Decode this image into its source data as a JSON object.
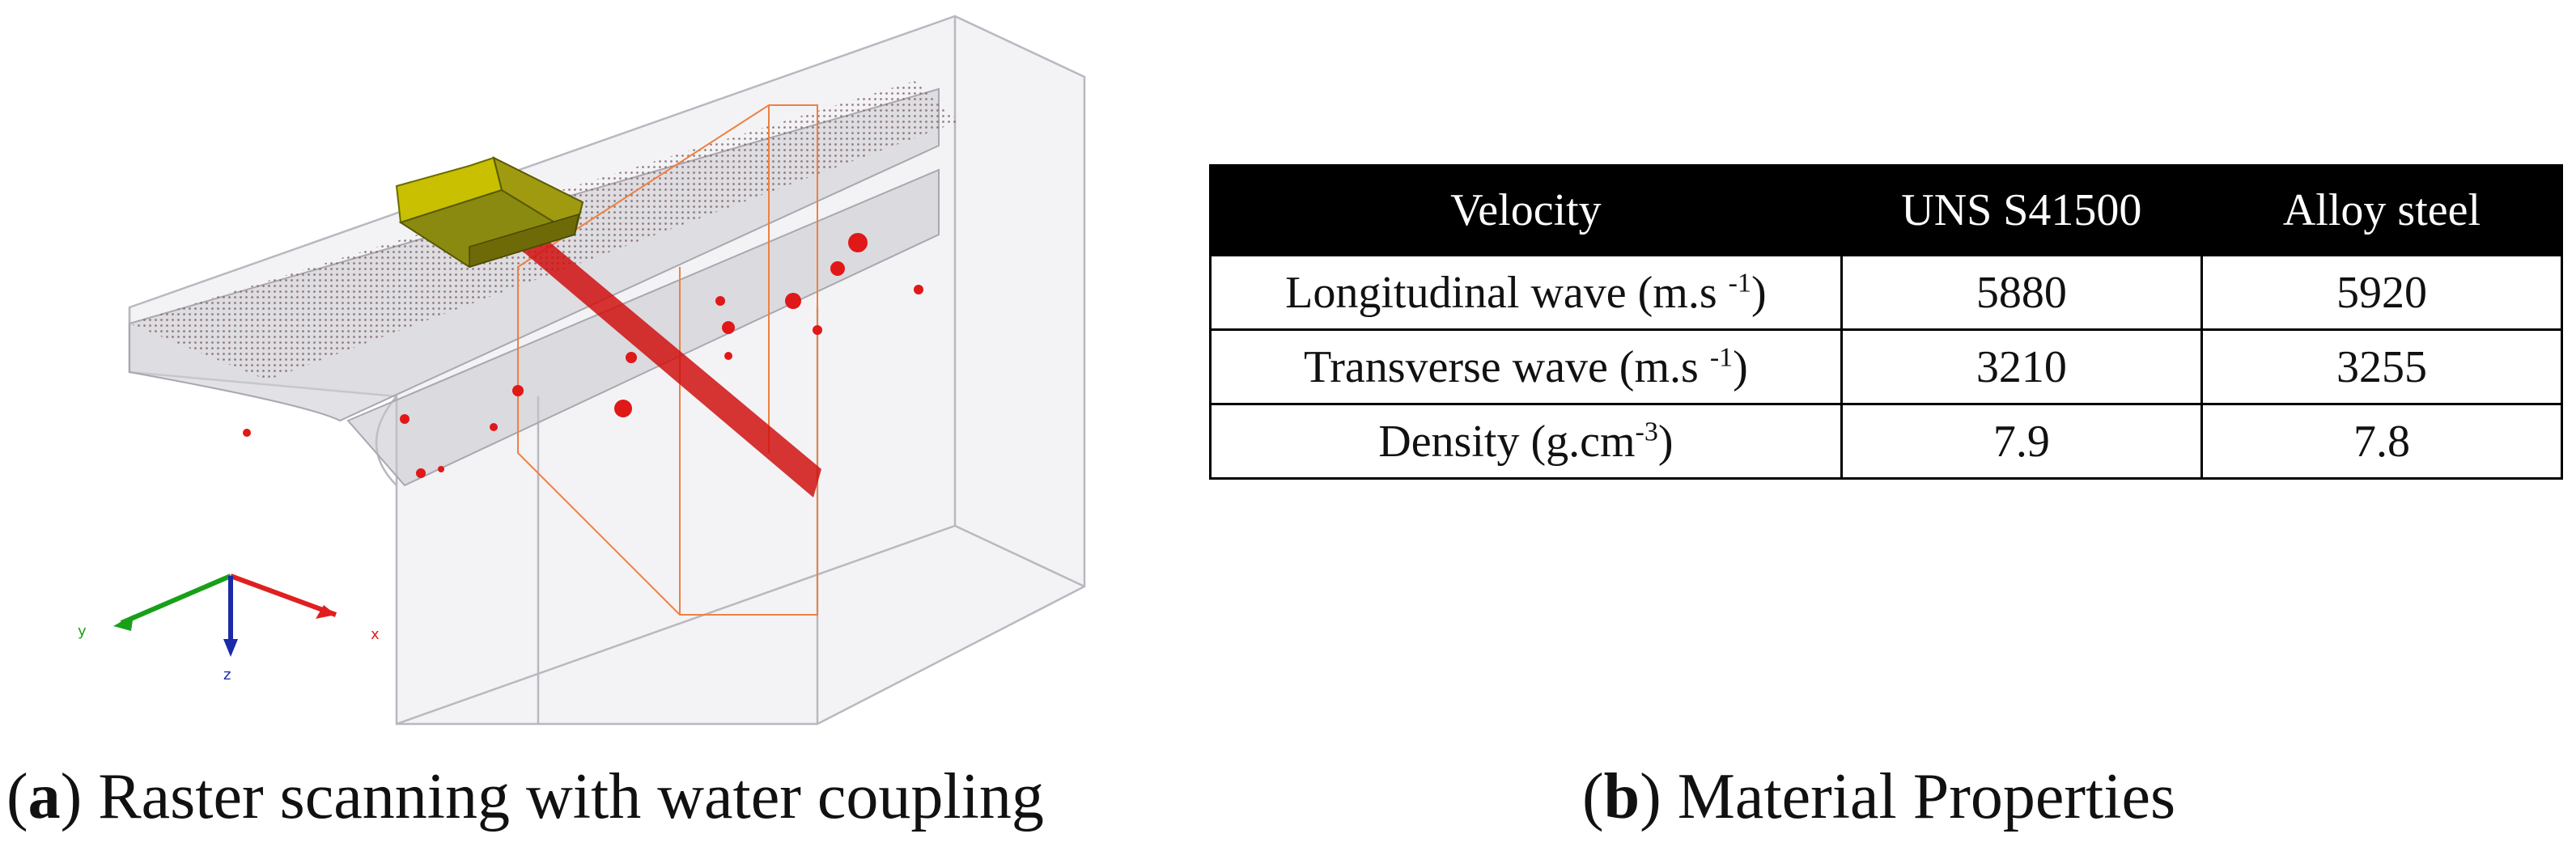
{
  "panel_a": {
    "caption_letter": "a",
    "caption_text": " Raster scanning with water coupling",
    "axes": {
      "x_label": "x",
      "y_label": "y",
      "z_label": "z",
      "x_color": "#e02020",
      "y_color": "#18a018",
      "z_color": "#1a2aa8"
    },
    "colors": {
      "probe": "#a8a000",
      "beam": "#d01010",
      "defect": "#e01818",
      "body_edge": "#b0b0b8",
      "gate": "#f08040"
    }
  },
  "panel_b": {
    "caption_letter": "b",
    "caption_text": " Material Properties",
    "table": {
      "headers": [
        "Velocity",
        "UNS S41500",
        "Alloy steel"
      ],
      "rows": [
        {
          "label": "Longitudinal wave (m.s ",
          "label_sup": "-1",
          "label_end": ")",
          "v1": "5880",
          "v2": "5920"
        },
        {
          "label": "Transverse wave (m.s ",
          "label_sup": "-1",
          "label_end": ")",
          "v1": "3210",
          "v2": "3255"
        },
        {
          "label": "Density (g.cm",
          "label_sup": "-3",
          "label_end": ")",
          "v1": "7.9",
          "v2": "7.8"
        }
      ]
    }
  }
}
